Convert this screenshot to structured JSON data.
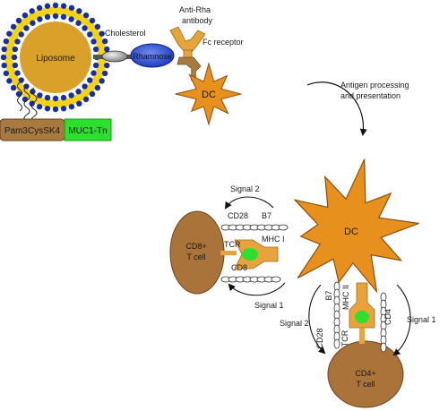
{
  "liposome": {
    "label": "Liposome"
  },
  "cholesterol": {
    "label": "Cholesterol"
  },
  "rhamnose": {
    "label": "Rhamnose"
  },
  "antibody": {
    "label_line1": "Anti-Rha",
    "label_line2": "antibody"
  },
  "fc_receptor": {
    "label": "Fc receptor"
  },
  "pam3": {
    "label": "Pam3CysSK4"
  },
  "muc1": {
    "label": "MUC1-Tn"
  },
  "dc_top": {
    "label": "DC"
  },
  "antigen_processing": {
    "line1": "Antigen processing",
    "line2": "and presentation"
  },
  "dc_main": {
    "label": "DC"
  },
  "cd8_cell": {
    "line1": "CD8+",
    "line2": "T cell"
  },
  "cd4_cell": {
    "line1": "CD4+",
    "line2": "T cell"
  },
  "molecules": {
    "cd28_a": "CD28",
    "b7_a": "B7",
    "tcr_a": "TCR",
    "mhc1": "MHC I",
    "cd8": "CD8",
    "b7_b": "B7",
    "mhc2": "MHC II",
    "cd4": "CD4",
    "cd28_b": "CD28",
    "tcr_b": "TCR"
  },
  "signals": {
    "s2_top": "Signal 2",
    "s1_left": "Signal 1",
    "s2_bottom": "Signal 2",
    "s1_right": "Signal 1"
  },
  "colors": {
    "liposome_core": "#d9a02a",
    "lipid_head": "#1a2f9e",
    "lipid_tail": "#f2d21b",
    "rhamnose": "#2a50d6",
    "antibody": "#e8a43a",
    "fc_receptor": "#a87a3f",
    "dc": "#e8901e",
    "t_cell": "#a9733a",
    "pam3": "#a87a3f",
    "muc1": "#2de02d",
    "mhc": "#e8a43a",
    "antigen": "#2de02d"
  }
}
